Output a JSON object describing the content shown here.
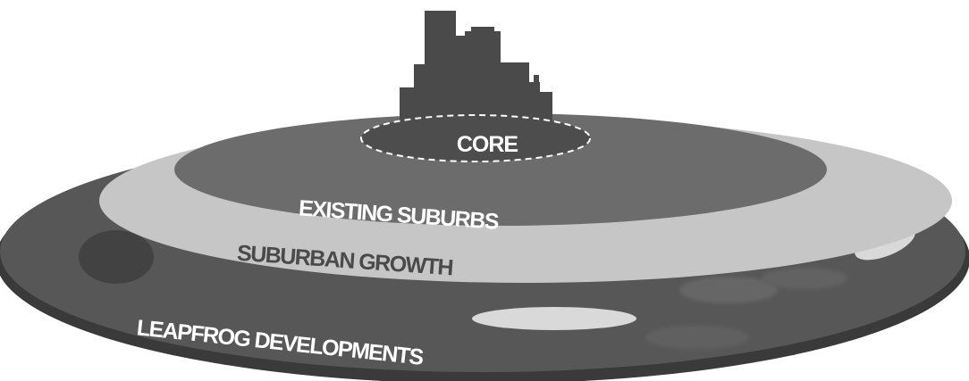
{
  "diagram": {
    "labels": {
      "core": "CORE",
      "existing_suburbs": "EXISTING SUBURBS",
      "suburban_growth": "SUBURBAN GROWTH",
      "leapfrog_developments": "LEAPFROG DEVELOPMENTS"
    },
    "colors": {
      "outer_ring": "#555555",
      "outer_rim": "#3a3a3a",
      "growth_ring": "#c6c6c6",
      "existing_ring": "#6b6b6b",
      "core": "#4d4d4d",
      "buildings": "#4a4a4a",
      "leapfrog_patch_dark": "#424242",
      "leapfrog_patch_light": "#d9d9d9",
      "leapfrog_patch_faint": "#646464"
    }
  }
}
